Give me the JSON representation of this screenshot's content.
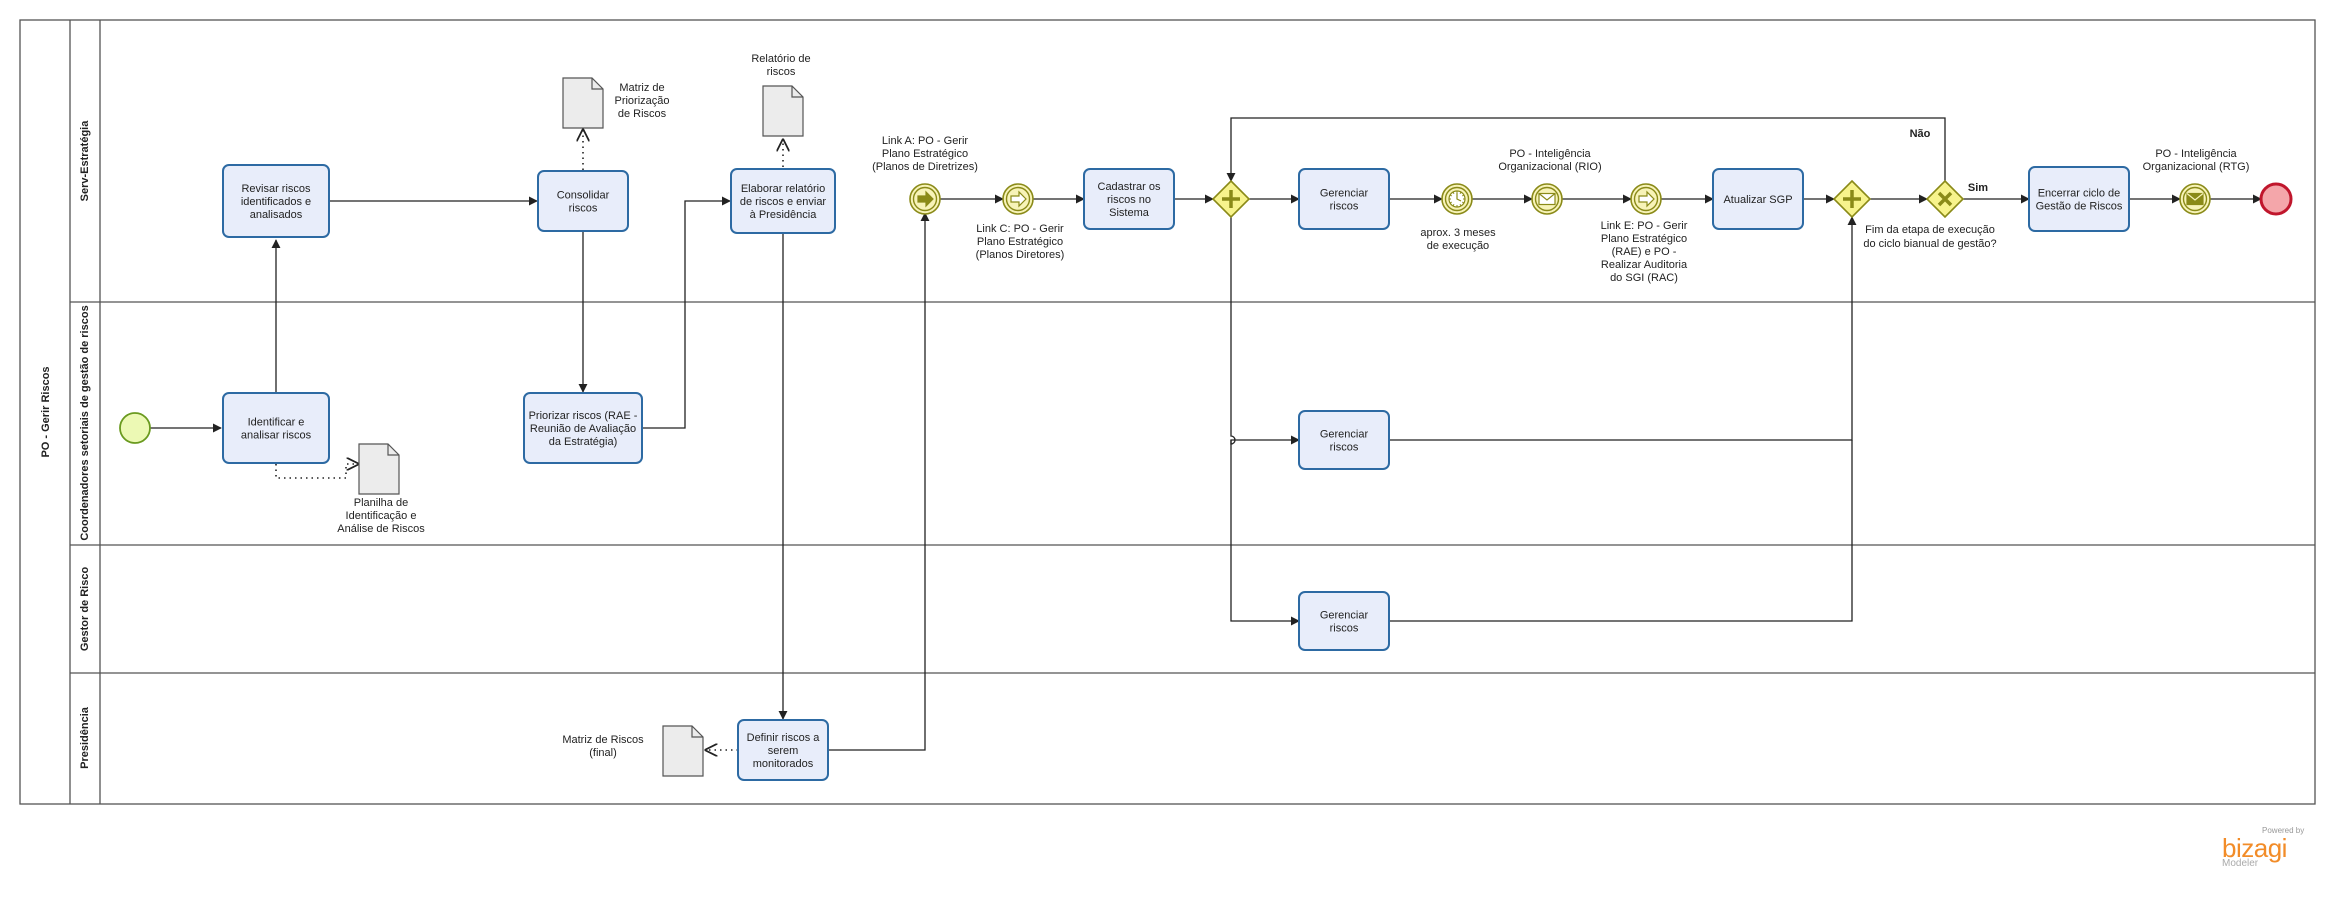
{
  "pool": {
    "name": "PO - Gerir Riscos"
  },
  "lanes": [
    {
      "name": "Serv-Estratégia"
    },
    {
      "name": "Coordenadores setoriais de gestão de riscos"
    },
    {
      "name": "Gestor de Risco"
    },
    {
      "name": "Presidência"
    }
  ],
  "tasks": {
    "identificar": [
      "Identificar e",
      "analisar riscos"
    ],
    "revisar": [
      "Revisar riscos",
      "identificados e",
      "analisados"
    ],
    "consolidar": [
      "Consolidar",
      "riscos"
    ],
    "priorizar": [
      "Priorizar riscos (RAE -",
      "Reunião de Avaliação",
      "da Estratégia)"
    ],
    "elaborar": [
      "Elaborar relatório",
      "de riscos e enviar",
      "à Presidência"
    ],
    "definir": [
      "Definir riscos a",
      "serem",
      "monitorados"
    ],
    "cadastrar": [
      "Cadastrar os",
      "riscos no",
      "Sistema"
    ],
    "gerenciar1": [
      "Gerenciar",
      "riscos"
    ],
    "gerenciar2": [
      "Gerenciar",
      "riscos"
    ],
    "gerenciar3": [
      "Gerenciar",
      "riscos"
    ],
    "atualizar": [
      "Atualizar SGP"
    ],
    "encerrar": [
      "Encerrar ciclo de",
      "Gestão de Riscos"
    ]
  },
  "artifacts": {
    "planilha": [
      "Planilha de",
      "Identificação e",
      "Análise de Riscos"
    ],
    "matriz_prio": [
      "Matriz de",
      "Priorização",
      "de Riscos"
    ],
    "relatorio": [
      "Relatório de",
      "riscos"
    ],
    "matriz_final": [
      "Matriz de Riscos",
      "(final)"
    ]
  },
  "events": {
    "link_a": [
      "Link A: PO - Gerir",
      "Plano Estratégico",
      "(Planos de Diretrizes)"
    ],
    "link_c": [
      "Link C: PO - Gerir",
      "Plano Estratégico",
      "(Planos Diretores)"
    ],
    "timer": [
      "aprox. 3 meses",
      "de execução"
    ],
    "msg_rio": [
      "PO - Inteligência",
      "Organizacional (RIO)"
    ],
    "link_e": [
      "Link E: PO - Gerir",
      "Plano Estratégico",
      "(RAE) e PO -",
      "Realizar Auditoria",
      "do SGI (RAC)"
    ],
    "msg_rtg": [
      "PO - Inteligência",
      "Organizacional (RTG)"
    ]
  },
  "gateway": {
    "question": [
      "Fim da etapa de execução",
      "do ciclo bianual de gestão?"
    ],
    "yes": "Sim",
    "no": "Não"
  },
  "branding": {
    "powered": "Powered by",
    "logo": "bizagi",
    "product": "Modeler"
  },
  "colors": {
    "task_fill": "#e8edfa",
    "task_stroke": "#2d6aa3",
    "gateway_fill": "#f7f38c",
    "gateway_stroke": "#8a8a18",
    "start_fill": "#ecf9b4",
    "start_stroke": "#6a9a1f",
    "end_fill": "#f4a6aa",
    "end_stroke": "#c0162c",
    "brand": "#f28c28"
  }
}
